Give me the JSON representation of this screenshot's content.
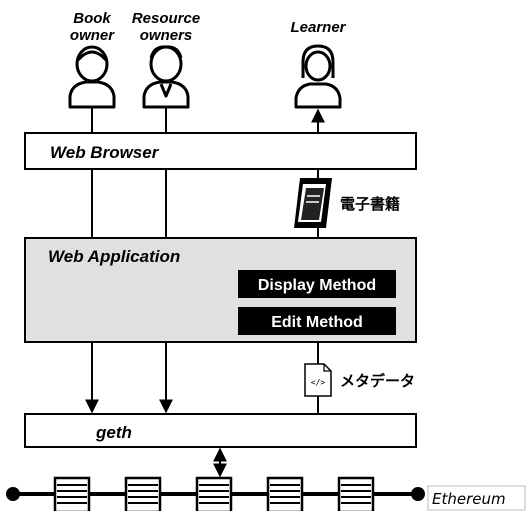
{
  "actors": {
    "book_owner": [
      "Book",
      "owner"
    ],
    "resource_owners": [
      "Resource",
      "owners"
    ],
    "learner": "Learner"
  },
  "boxes": {
    "web_browser": "Web Browser",
    "web_application": "Web Application",
    "geth": "geth"
  },
  "buttons": {
    "display_method": "Display Method",
    "edit_method": "Edit Method"
  },
  "annotations": {
    "ebook": "電子書籍",
    "metadata": "メタデータ"
  },
  "blockchain": {
    "label": "Ethereum",
    "block_count": 5
  },
  "colors": {
    "app_fill": "#e0e0e0",
    "button_fill": "#000000",
    "line": "#000000"
  }
}
